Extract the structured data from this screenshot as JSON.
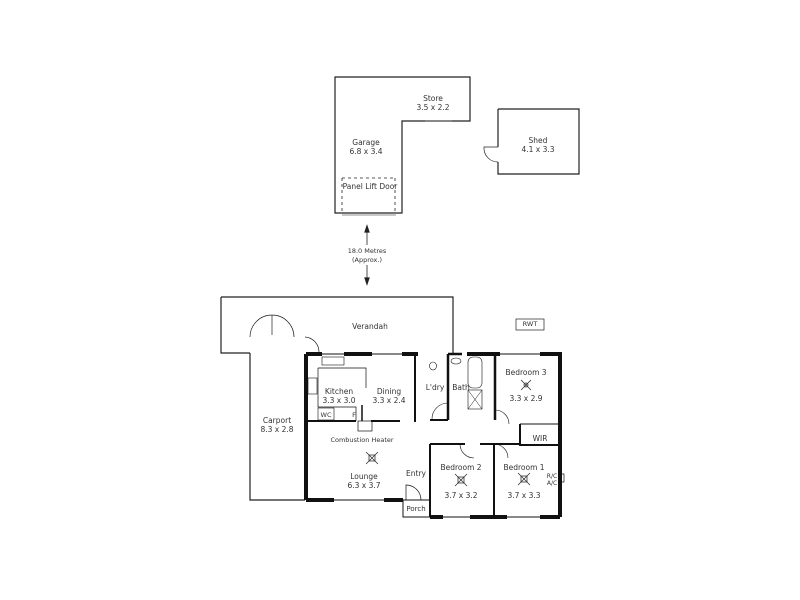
{
  "plan": {
    "outbuildings": {
      "store": {
        "name": "Store",
        "size": "3.5 x 2.2"
      },
      "garage": {
        "name": "Garage",
        "size": "6.8 x 3.4"
      },
      "garage_door": "Panel Lift Door",
      "shed": {
        "name": "Shed",
        "size": "4.1 x 3.3"
      }
    },
    "distance": {
      "value": "18.0 Metres",
      "note": "(Approx.)"
    },
    "house": {
      "verandah": "Verandah",
      "carport": {
        "name": "Carport",
        "size": "8.3 x 2.8"
      },
      "kitchen": {
        "name": "Kitchen",
        "size": "3.3 x 3.0"
      },
      "dining": {
        "name": "Dining",
        "size": "3.3 x 2.4"
      },
      "laundry": "L'dry",
      "bath": "Bath",
      "bedroom3": {
        "name": "Bedroom 3",
        "size": "3.3 x 2.9"
      },
      "wc": "WC",
      "fridge": "F",
      "heater": "Combustion Heater",
      "lounge": {
        "name": "Lounge",
        "size": "6.3 x 3.7"
      },
      "entry": "Entry",
      "porch": "Porch",
      "bedroom2": {
        "name": "Bedroom 2",
        "size": "3.7 x 3.2"
      },
      "bedroom1": {
        "name": "Bedroom 1",
        "size": "3.7 x 3.3"
      },
      "wir": "WIR",
      "rc": "R/C",
      "ac": "A/C",
      "rwt": "RWT"
    }
  }
}
